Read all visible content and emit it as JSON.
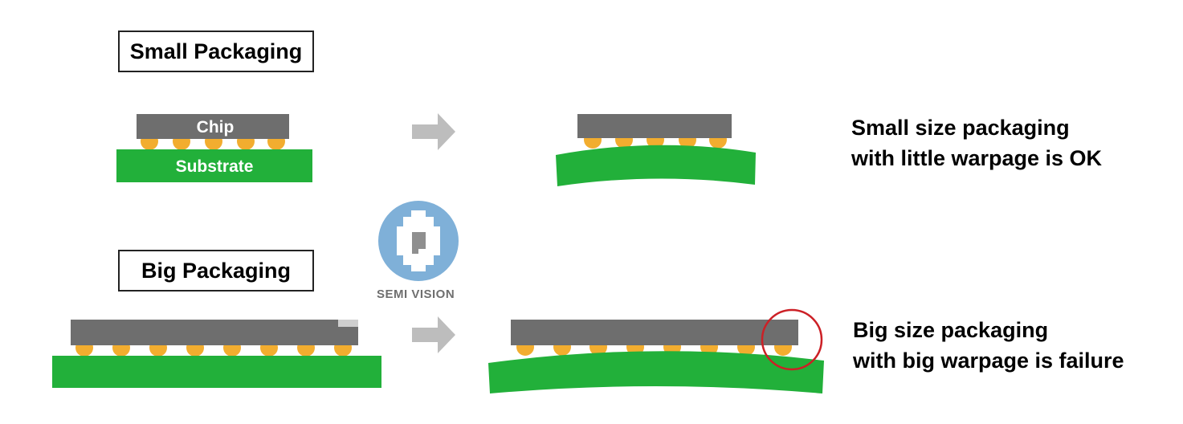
{
  "small": {
    "title": "Small Packaging",
    "chip_label": "Chip",
    "substrate_label": "Substrate",
    "caption_line1": "Small size packaging",
    "caption_line2": "with little warpage is OK"
  },
  "big": {
    "title": "Big Packaging",
    "caption_line1": "Big size packaging",
    "caption_line2": "with big warpage is failure"
  },
  "logo": {
    "text": "SEMI VISION",
    "icon": "semivision-logo-icon"
  },
  "colors": {
    "chip": "#6e6e6e",
    "bump": "#f2ad2f",
    "substrate": "#22b03a",
    "arrow": "#bdbdbd",
    "failure_circle": "#cc2026",
    "logo_blue": "#7fb0d8"
  }
}
